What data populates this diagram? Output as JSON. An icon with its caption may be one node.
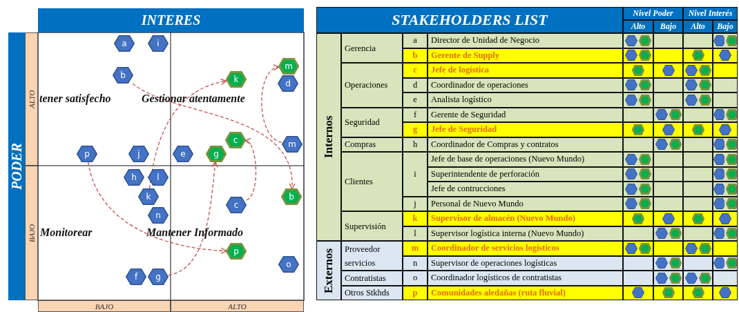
{
  "diagram": {
    "nodes": [
      {
        "text": [
          "a"
        ]
      },
      {
        "text": [
          "i"
        ]
      },
      {
        "text": [
          "m"
        ]
      },
      {
        "text": [
          "b"
        ]
      },
      {
        "text": [
          "k"
        ]
      },
      {
        "text": [
          "d"
        ]
      },
      {
        "text": [
          "m"
        ]
      },
      {
        "text": [
          "c"
        ]
      },
      {
        "text": [
          "p"
        ]
      },
      {
        "text": [
          "j"
        ]
      },
      {
        "text": [
          "e"
        ]
      },
      {
        "text": [
          "g"
        ]
      },
      {
        "text": [
          "h"
        ]
      },
      {
        "text": [
          "l"
        ]
      },
      {
        "text": [
          "k"
        ]
      },
      {
        "text": [
          "b"
        ]
      },
      {
        "text": [
          "c"
        ]
      },
      {
        "text": [
          "n"
        ]
      },
      {
        "text": [
          "p"
        ]
      },
      {
        "text": [
          "o"
        ]
      },
      {
        "text": [
          "f"
        ]
      },
      {
        "text": [
          "g"
        ]
      }
    ],
    "edges": [
      {
        "from": 3,
        "to": 15,
        "arrow": "to",
        "style": "dashed"
      },
      {
        "from": 14,
        "to": 4,
        "arrow": "to",
        "style": "dashed"
      },
      {
        "from": 6,
        "to": 2,
        "arrow": "to",
        "style": "dashed"
      },
      {
        "from": 16,
        "to": 7,
        "arrow": "to",
        "style": "dashed"
      },
      {
        "from": 21,
        "to": 11,
        "arrow": "to",
        "style": "dashed"
      },
      {
        "from": 8,
        "to": 18,
        "arrow": "to",
        "style": "dashed"
      }
    ],
    "labels": [
      "INTERES",
      "PODER",
      "ALTO",
      "tener satisfecho",
      "Gestionar atentamente",
      "BAJO",
      "Monitorear",
      "Mantener Informado",
      "BAJO",
      "ALTO",
      "STAKEHOLDERS LIST",
      "Nivel Poder",
      "Nivel Interés",
      "Alto",
      "Bajo",
      "Alto",
      "Bajo",
      "Internos",
      "Gerencia",
      "a",
      "Director de Unidad de Negocio",
      "b",
      "Gerente de Supply",
      "Operaciones",
      "c",
      "Jefe de logística",
      "d",
      "Coordinador de operaciones",
      "e",
      "Analista logístico",
      "Seguridad",
      "f",
      "Gerente de Seguridad",
      "g",
      "Jefe de Seguridad",
      "Compras",
      "h",
      "Coordinador de Compras y contratos",
      "Clientes",
      "i",
      "Jefe de base de operaciones (Nuevo Mundo)",
      "Superintendente de perforación",
      "Jefe de contrucciones",
      "j",
      "Personal de Nuevo Mundo",
      "Supervisión",
      "k",
      "Supervisor de almacén (Nuevo Mundo)",
      "l",
      "Supervisor logística interna (Nuevo Mundo)",
      "Externos",
      "Proveedor servicios",
      "m",
      "Coordinador de servicios logísticos",
      "n",
      "Supervisor de operaciones logísticas",
      "Contratistas",
      "o",
      "Coordinador logísticos de contratistas",
      "Otros Stkhds",
      "p",
      "Comunidades aledañas (ruta fluvial)"
    ]
  }
}
